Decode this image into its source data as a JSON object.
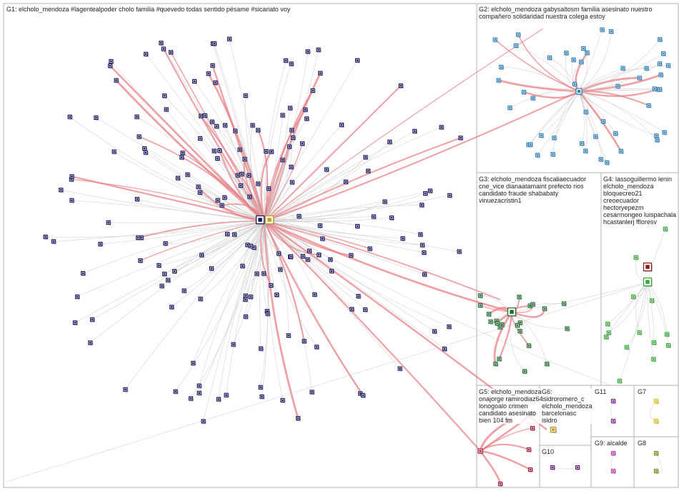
{
  "groups": {
    "g1": {
      "label": "G1: elcholo_mendoza #lagentealpoder cholo familia #quevedo todas sentido pésame #sicariato voy"
    },
    "g2": {
      "label": "G2: elcholo_mendoza gabysaltosm familia asesinato nuestro compañero solidaridad nuestra colega estoy"
    },
    "g3": {
      "label": "G3: elcholo_mendoza fiscaliaecuador cne_vice dianaatamaint prefecto rios candidato fraude shababaty vinuezacristin1"
    },
    "g4": {
      "label": "G4: lassoguillermo lenin elcholo_mendoza bloquecreo21 creoecuador hectoryepezm cesarmongeo luispachala hcastanlerj ffloresv"
    },
    "g5": {
      "label": "G5: elcholo_mendoza onajorge ramirodiaz64 lonogoalo crimen candidato asesinato bien 104 fm"
    },
    "g6": {
      "label": "G6: isidroromero_c elcholo_mendoza barcelonasc isidro"
    },
    "g11": {
      "label": "G11"
    },
    "g7": {
      "label": "G7"
    },
    "g10": {
      "label": "G10"
    },
    "g9": {
      "label": "G9: alcalde"
    },
    "g8": {
      "label": "G8"
    }
  },
  "colors": {
    "background": "#ffffff",
    "panel_border": "#b0b0b0",
    "edge_default": "#c8c8c8",
    "edge_highlight": "#e8787f",
    "node_g1": "#1a1a5e",
    "node_g2": "#2f7fb8",
    "node_g3": "#1f6b2f",
    "node_g4": "#3aa63a",
    "node_g5": "#a31c3c",
    "node_g6": "#c98a12",
    "node_g7": "#d8c21a",
    "node_g8": "#7f8a1a",
    "node_g9": "#c23aa0",
    "node_g10": "#6a1a7a",
    "node_g11": "#7a2a9a"
  }
}
